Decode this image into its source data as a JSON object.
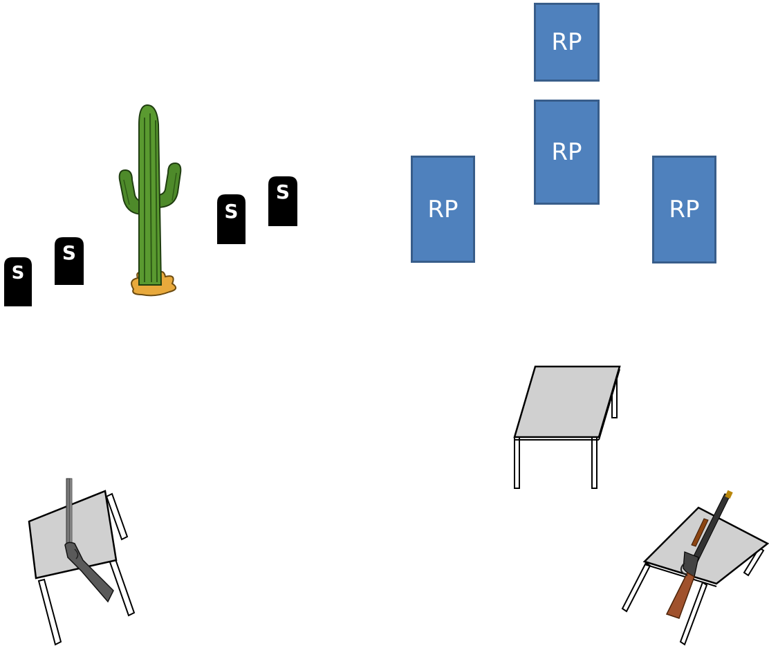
{
  "range_props": {
    "rp_label": "RP",
    "boxes": [
      {
        "id": "rp-top",
        "label": "RP"
      },
      {
        "id": "rp-middle",
        "label": "RP"
      },
      {
        "id": "rp-left",
        "label": "RP"
      },
      {
        "id": "rp-right",
        "label": "RP"
      }
    ],
    "box_color": "#4f81bd",
    "box_border_color": "#385d8a"
  },
  "targets": {
    "tombstone_label": "S",
    "items": [
      "S",
      "S",
      "S",
      "S"
    ]
  },
  "scenery": {
    "cactus": "saguaro-cactus",
    "tables": [
      "table-right-empty",
      "table-left-shotgun",
      "table-right-rifle"
    ],
    "firearms": [
      "double-barrel-shotgun",
      "lever-action-rifle"
    ]
  }
}
